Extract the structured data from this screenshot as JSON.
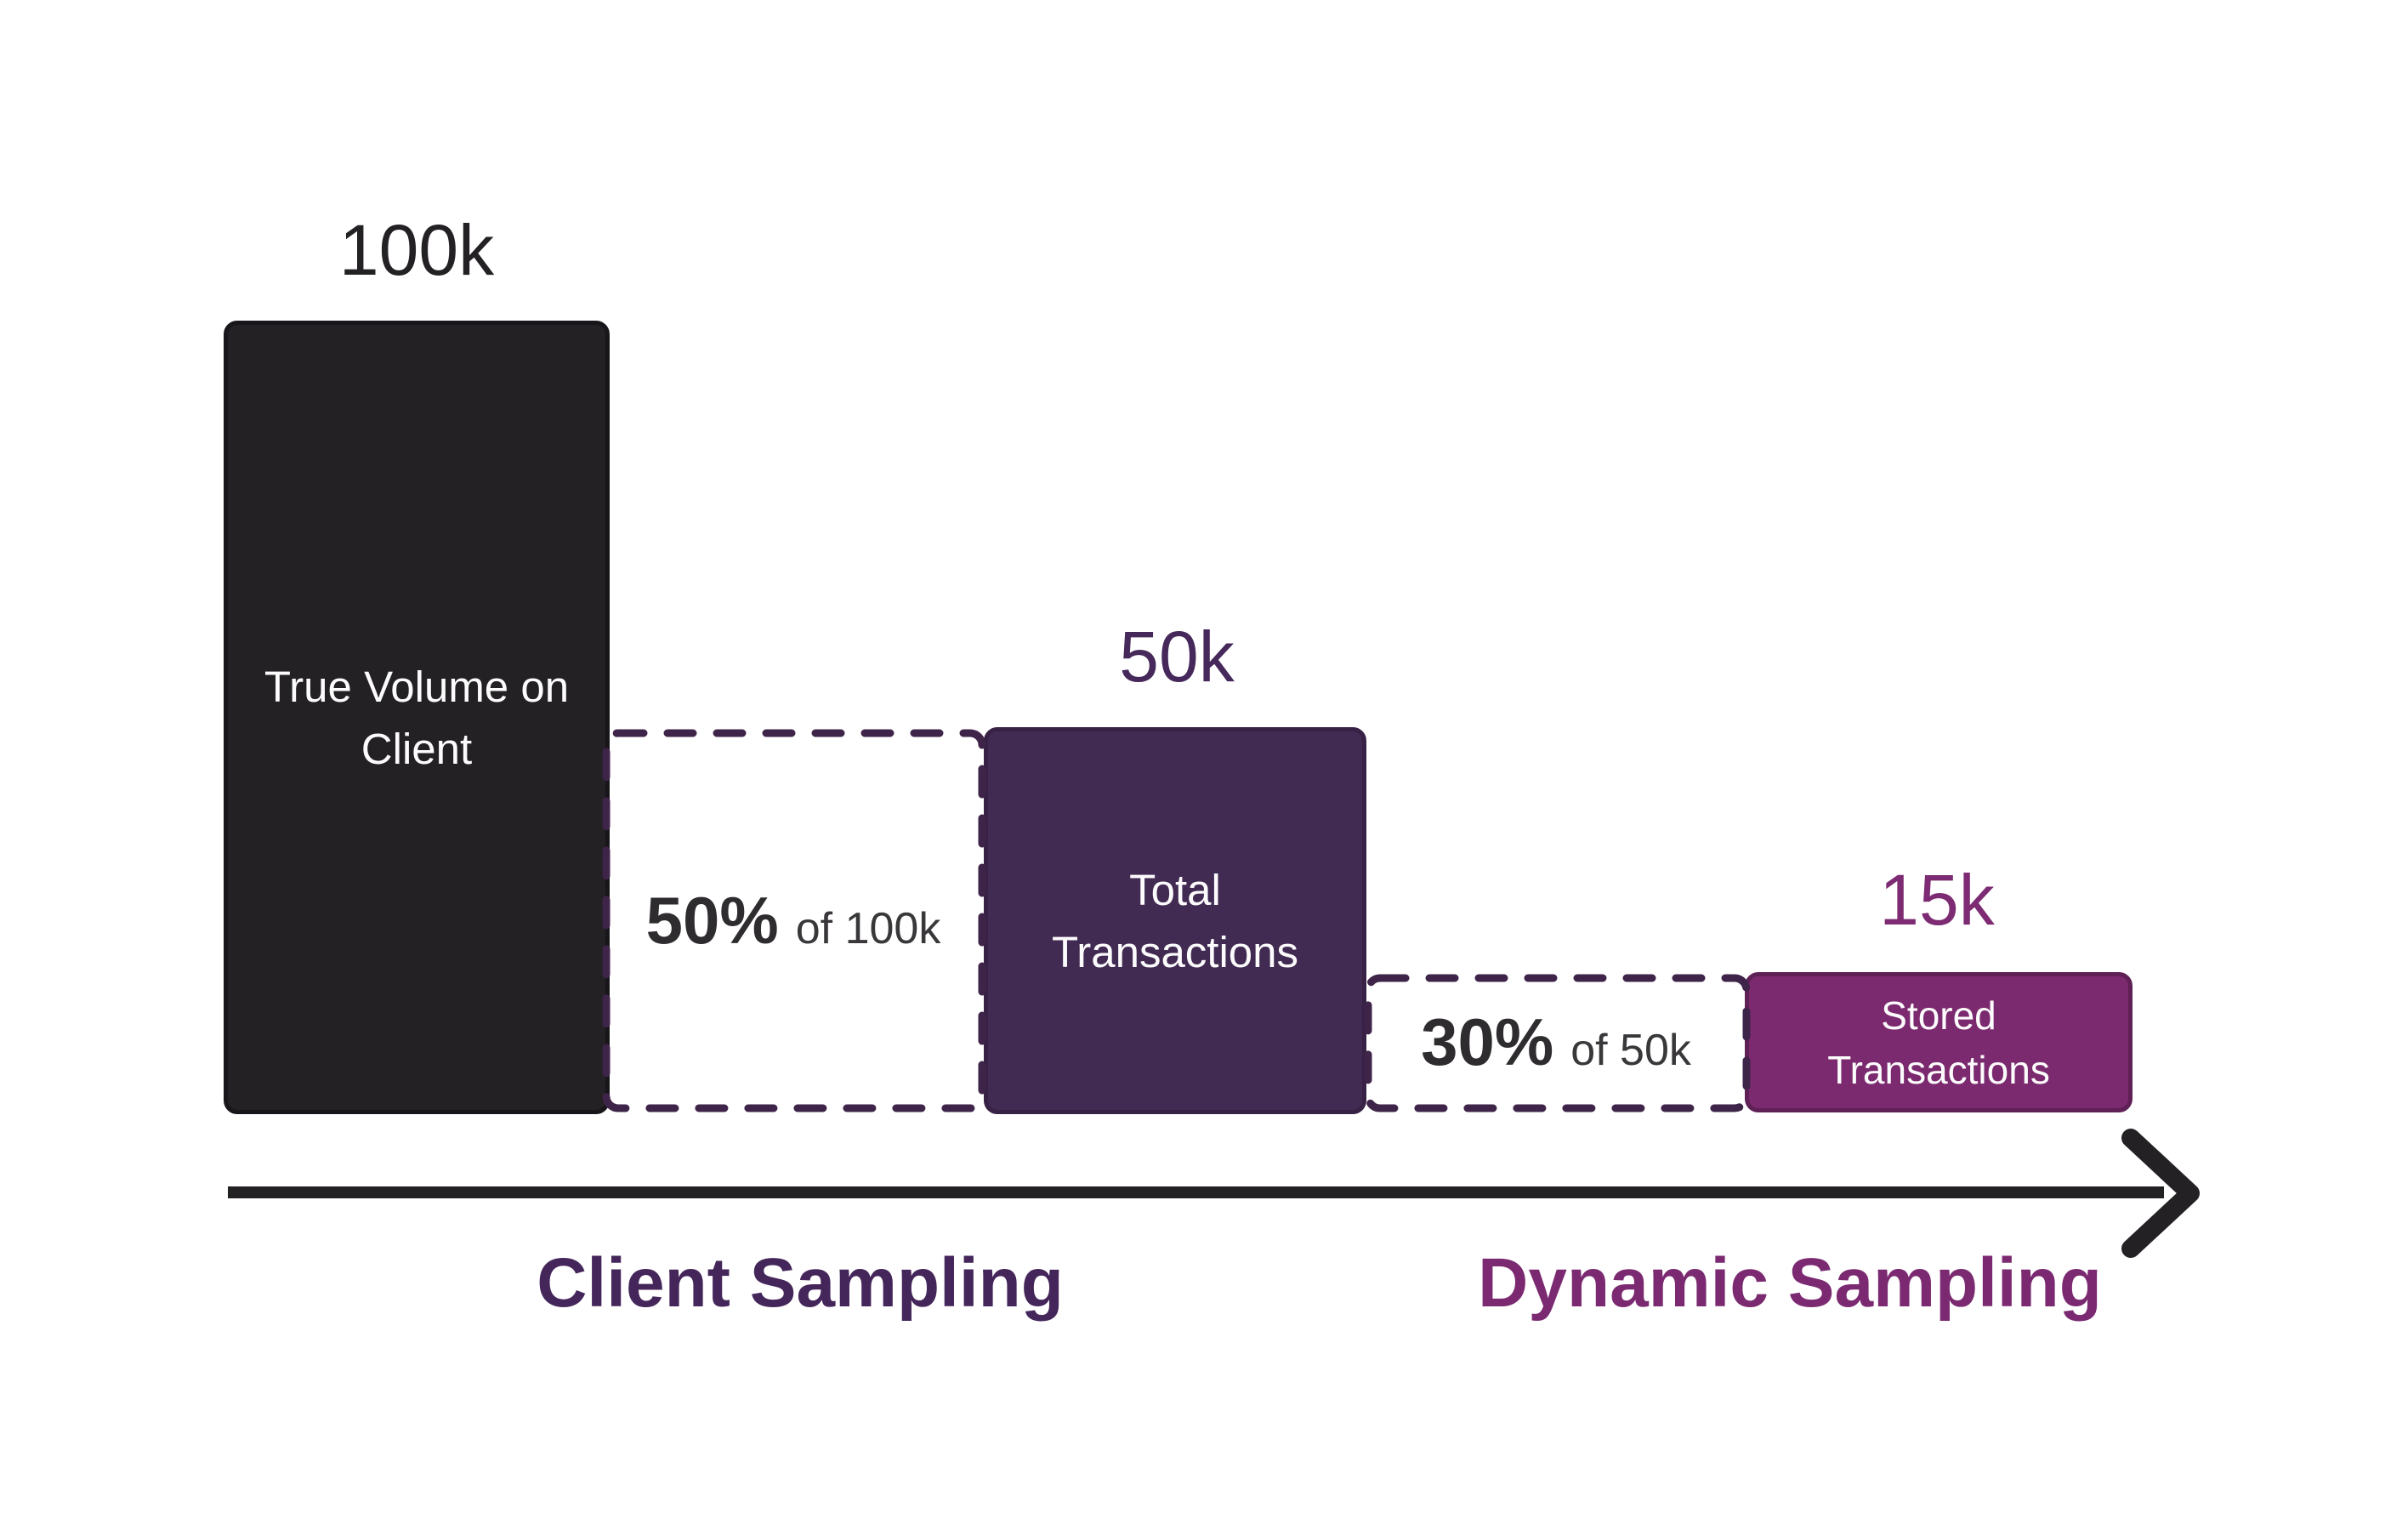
{
  "title": "Client and Dynamic Sampling funnel diagram",
  "bars": [
    {
      "id": "true-volume",
      "value_label": "100k",
      "lines": [
        "True Volume on",
        "Client"
      ]
    },
    {
      "id": "total-transactions",
      "value_label": "50k",
      "lines": [
        "Total",
        "Transactions"
      ]
    },
    {
      "id": "stored-transactions",
      "value_label": "15k",
      "lines": [
        "Stored",
        "Transactions"
      ]
    }
  ],
  "sample_steps": [
    {
      "id": "client-sample-rate",
      "percent": "50%",
      "of_text": "of 100k"
    },
    {
      "id": "dynamic-sample-rate",
      "percent": "30%",
      "of_text": "of 50k"
    }
  ],
  "axis": {
    "left_label": "Client Sampling",
    "right_label": "Dynamic Sampling"
  },
  "colors": {
    "background": "#ffffff",
    "ink": "#232124",
    "true_volume_bar": "#232124",
    "total_transactions_bar": "#422b53",
    "total_transactions_border": "#372145",
    "stored_transactions_bar": "#7c2a6f",
    "stored_transactions_border": "#5f2155",
    "dash_stroke": "#3f2449",
    "label_50k": "#46285a",
    "label_15k": "#7d2b72",
    "client_sampling_label": "#44265a",
    "dynamic_sampling_label": "#7b2a71",
    "percent_text": "#2e2c2f",
    "percent_sub_text": "#39373a",
    "bar_text": "#fdfcfd",
    "arrow": "#232124"
  },
  "chart_data": {
    "type": "bar",
    "categories": [
      "True Volume on Client",
      "Total Transactions",
      "Stored Transactions"
    ],
    "values": [
      100000,
      50000,
      15000
    ],
    "value_labels": [
      "100k",
      "50k",
      "15k"
    ],
    "annotations": [
      "50% of 100k",
      "30% of 50k"
    ],
    "x_stages": [
      "Client Sampling",
      "Dynamic Sampling"
    ],
    "legend": "none",
    "axes": "single horizontal process arrow, no ticks"
  }
}
